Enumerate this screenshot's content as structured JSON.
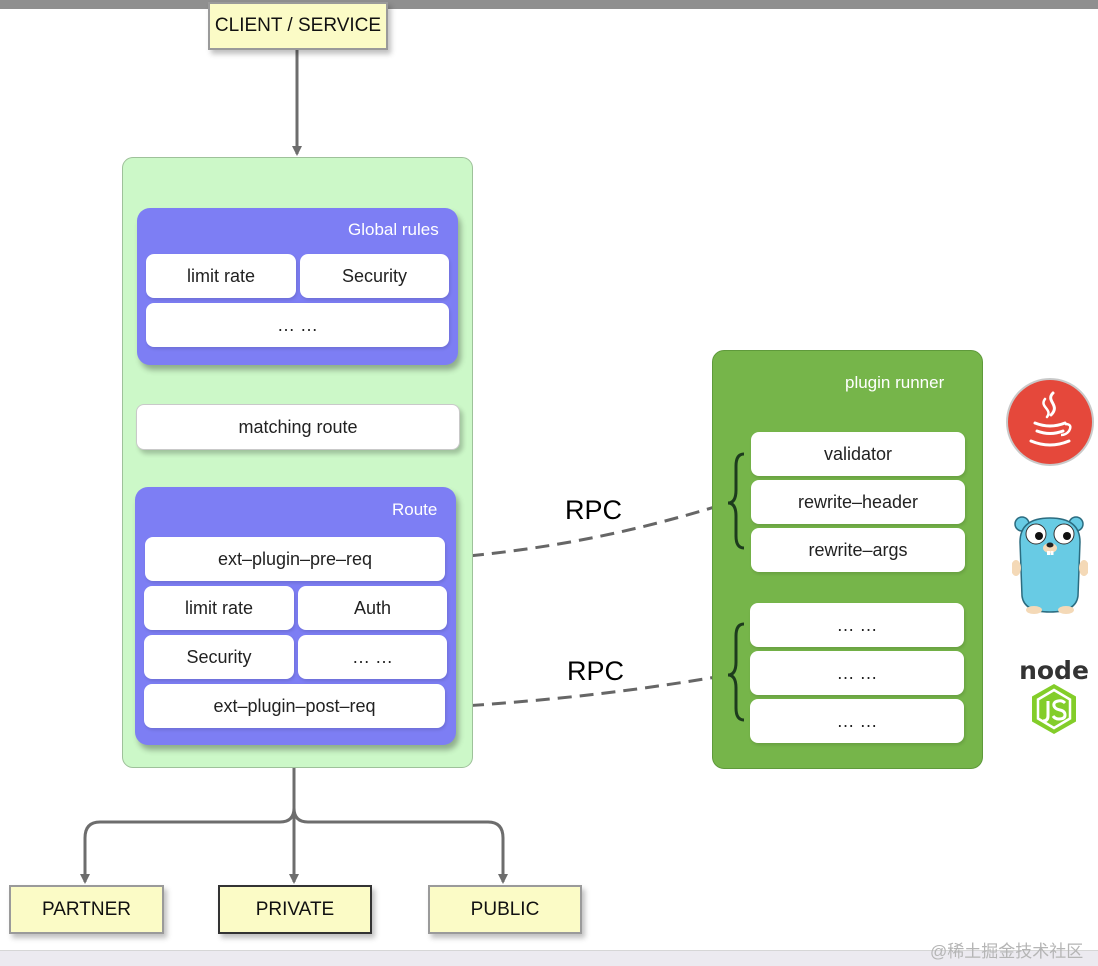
{
  "client": {
    "label": "CLIENT / SERVICE"
  },
  "global_rules": {
    "title": "Global rules",
    "items": [
      "limit rate",
      "Security",
      "… …"
    ]
  },
  "matching_route": {
    "label": "matching route"
  },
  "route": {
    "title": "Route",
    "items": [
      "ext–plugin–pre–req",
      "limit rate",
      "Auth",
      "Security",
      "… …",
      "ext–plugin–post–req"
    ]
  },
  "rpc": {
    "top_label": "RPC",
    "bottom_label": "RPC"
  },
  "plugin_runner": {
    "title": "plugin runner",
    "group1": [
      "validator",
      "rewrite–header",
      "rewrite–args"
    ],
    "group2": [
      "… …",
      "… …",
      "… …"
    ]
  },
  "destinations": [
    "PARTNER",
    "PRIVATE",
    "PUBLIC"
  ],
  "logos": {
    "java": "java-logo",
    "go": "go-gopher-logo",
    "node": "nodejs-logo",
    "node_text": "node"
  },
  "watermark": {
    "text": "@稀土掘金技术社区"
  },
  "colors": {
    "client_box": "#fbfbc6",
    "container": "#ccf8c8",
    "panel": "#7d7ef4",
    "runner": "#76b54a",
    "java_red": "#e5483b",
    "gopher_blue": "#68cbe4",
    "node_green": "#83cd29"
  }
}
